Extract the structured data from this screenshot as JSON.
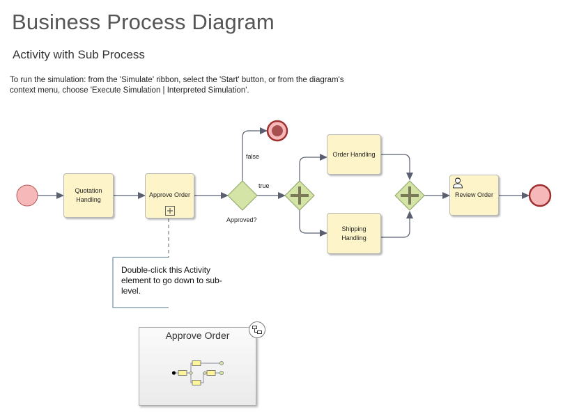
{
  "header": {
    "title": "Business Process Diagram",
    "subtitle": "Activity with Sub Process",
    "description": "To run the simulation:  from the 'Simulate' ribbon, select the 'Start' button, or from the diagram's context menu, choose 'Execute Simulation | Interpreted Simulation'."
  },
  "diagram": {
    "tasks": {
      "quotation": "Quotation Handling",
      "approve": "Approve Order",
      "order_handling": "Order Handling",
      "shipping": "Shipping Handling",
      "review": "Review Order"
    },
    "gateway_label": "Approved?",
    "flow_false": "false",
    "flow_true": "true",
    "note": "Double-click this Activity element to go down to sub-level.",
    "subprocess_thumbnail_title": "Approve Order"
  },
  "colors": {
    "task_fill": "#fdf5c9",
    "gateway_fill": "#d3e4a6",
    "event_fill": "#f6b8b8",
    "flow_color": "#5a6070"
  },
  "icons": [
    "start-event-icon",
    "end-event-icon",
    "terminate-event-icon",
    "gateway-icon",
    "parallel-gateway-icon",
    "subprocess-marker-icon",
    "user-icon",
    "composite-diagram-icon"
  ]
}
